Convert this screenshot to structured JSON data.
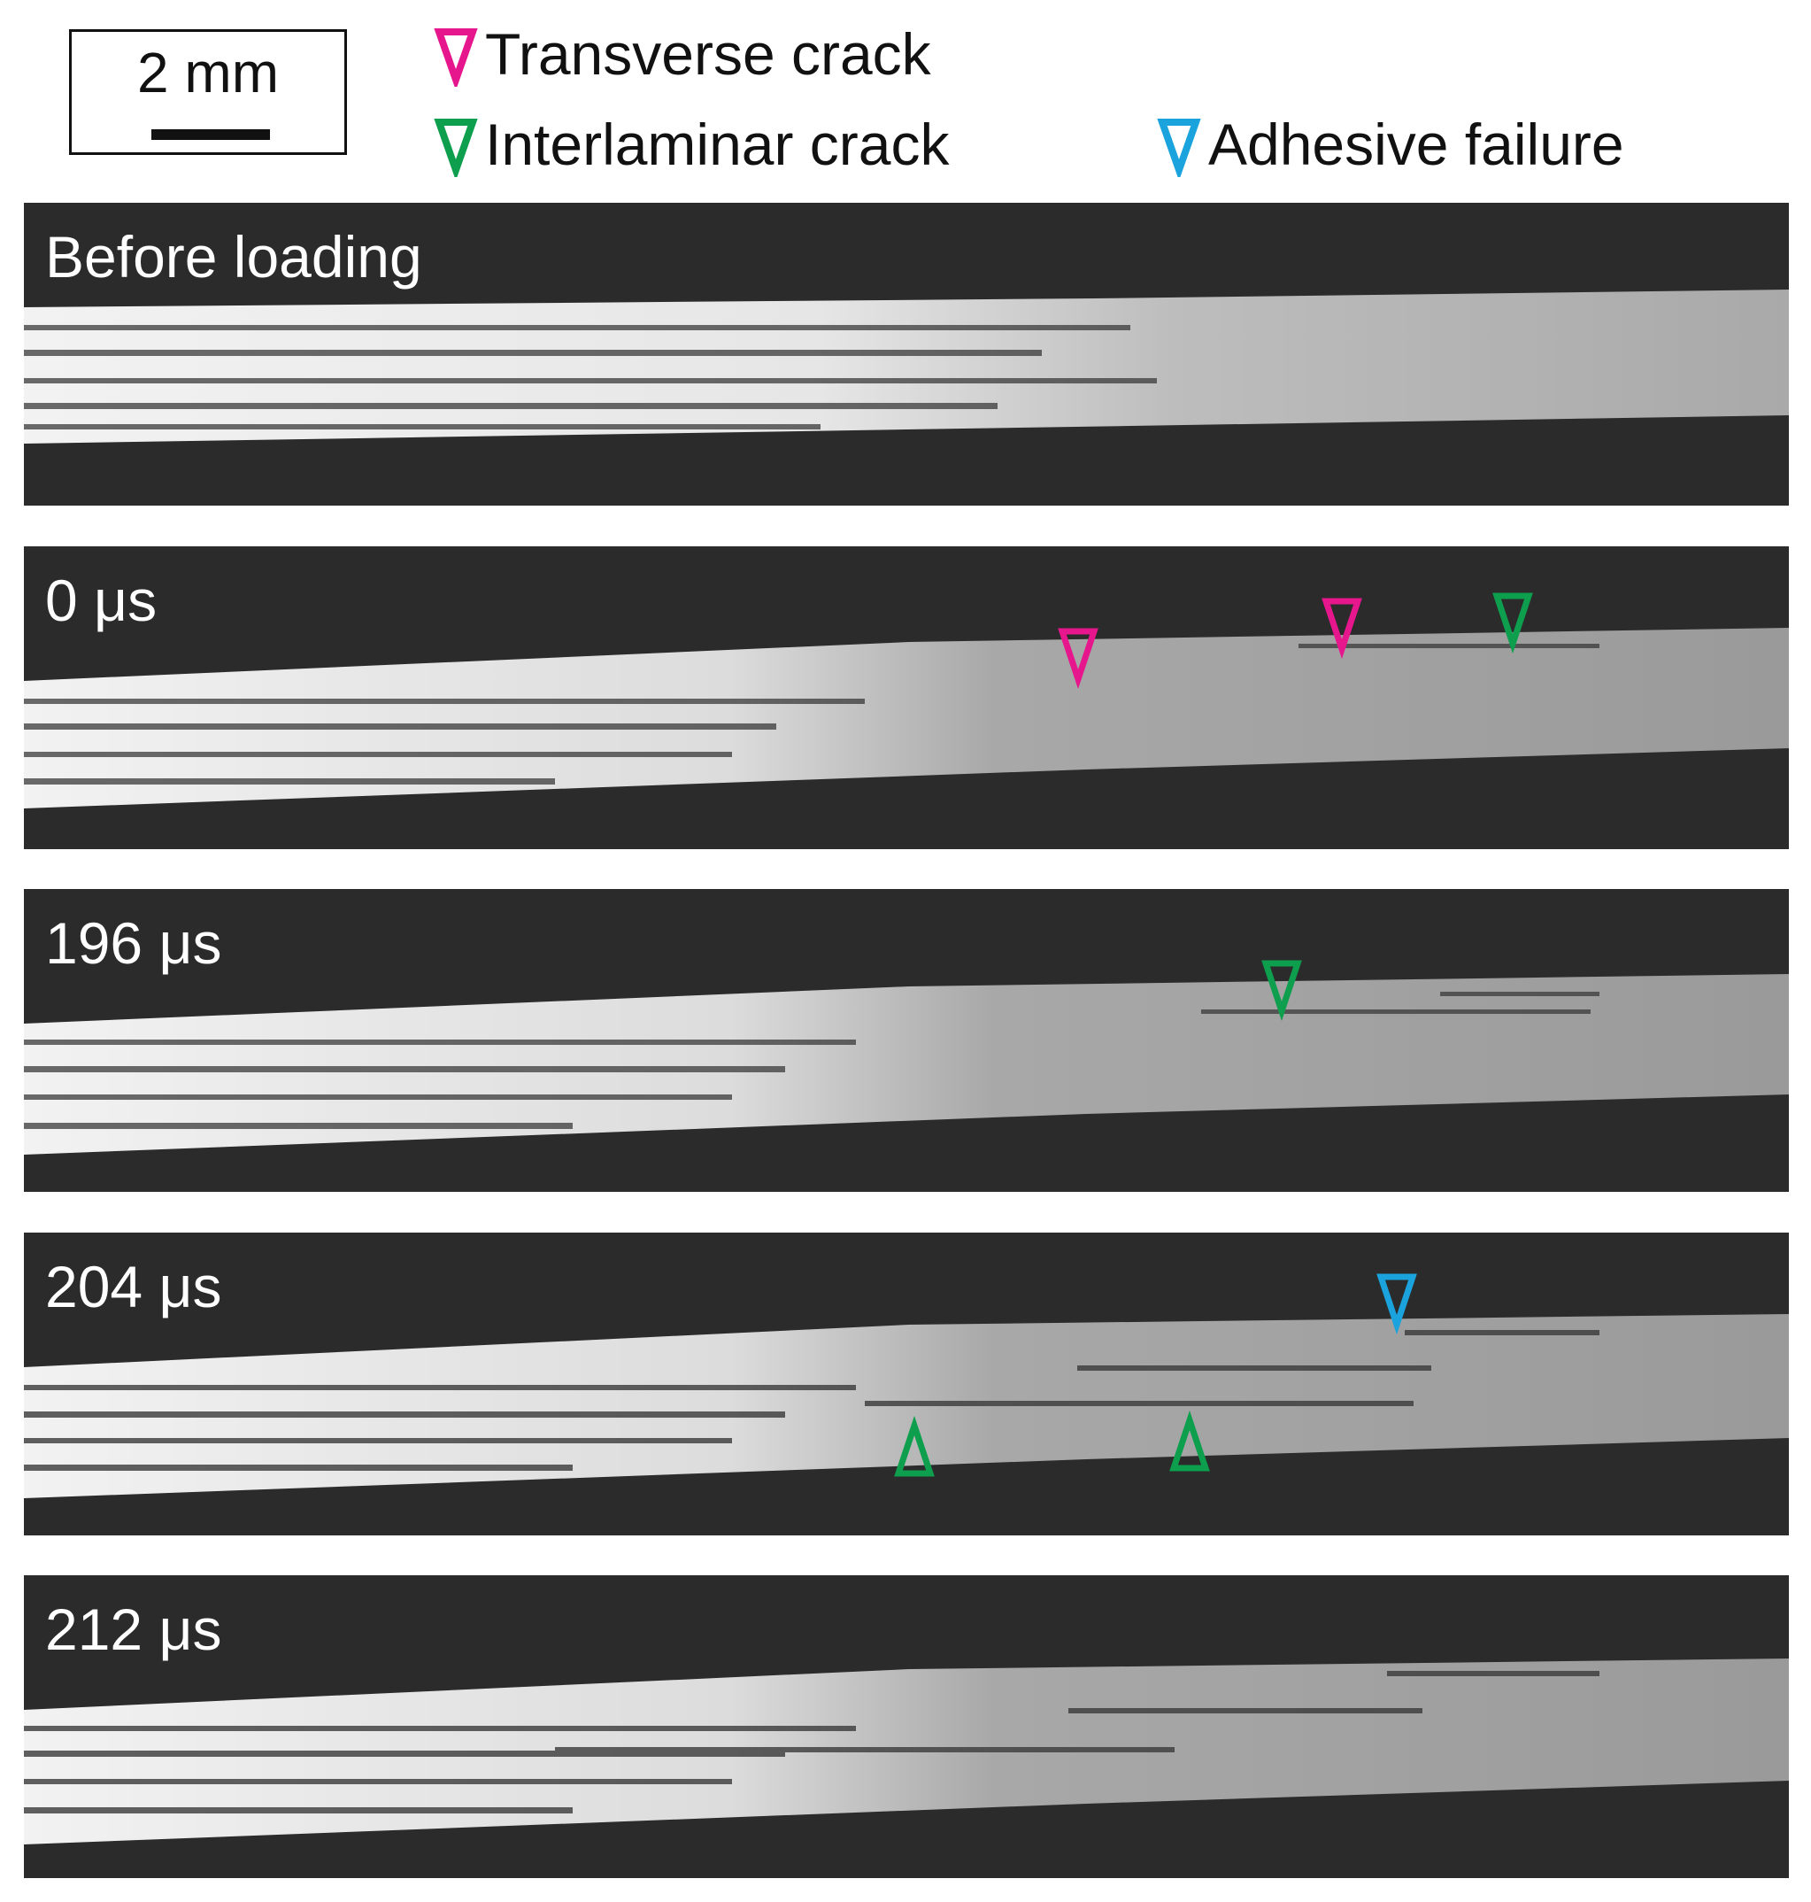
{
  "scale_bar": {
    "label": "2 mm"
  },
  "legend": [
    {
      "label": "Transverse crack",
      "color": "#e6168c",
      "icon": "magenta-down-triangle-icon"
    },
    {
      "label": "Interlaminar crack",
      "color": "#0e9f4e",
      "icon": "green-down-triangle-icon"
    },
    {
      "label": "Adhesive failure",
      "color": "#1aa3dc",
      "icon": "blue-down-triangle-icon"
    }
  ],
  "panels": [
    {
      "label": "Before loading"
    },
    {
      "label": "0 μs"
    },
    {
      "label": "196 μs"
    },
    {
      "label": "204 μs"
    },
    {
      "label": "212 μs"
    }
  ]
}
